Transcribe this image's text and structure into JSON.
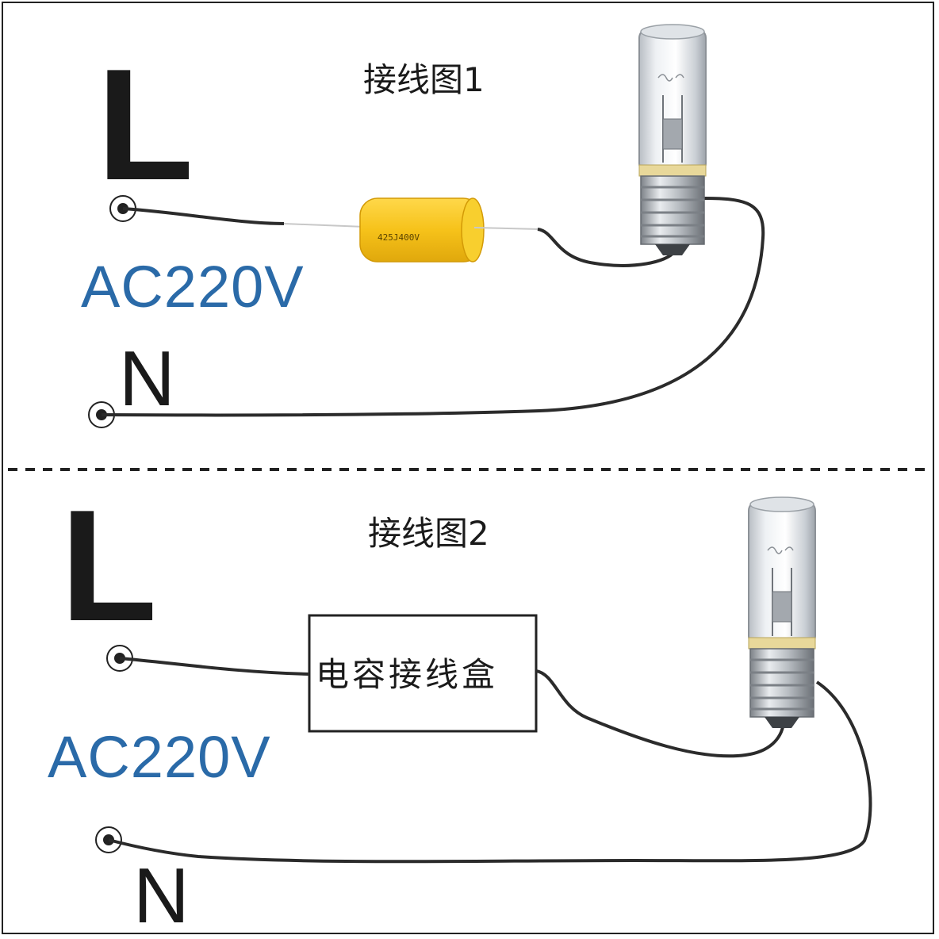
{
  "diagram1": {
    "title": "接线图1",
    "live_label": "L",
    "neutral_label": "N",
    "voltage_label": "AC220V",
    "capacitor_marking": "425J400V"
  },
  "diagram2": {
    "title": "接线图2",
    "live_label": "L",
    "neutral_label": "N",
    "voltage_label": "AC220V",
    "box_label": "电容接线盒"
  },
  "colors": {
    "voltage_text": "#2a6aa8",
    "capacitor": "#f5c518",
    "wire": "#2b2b2b"
  }
}
